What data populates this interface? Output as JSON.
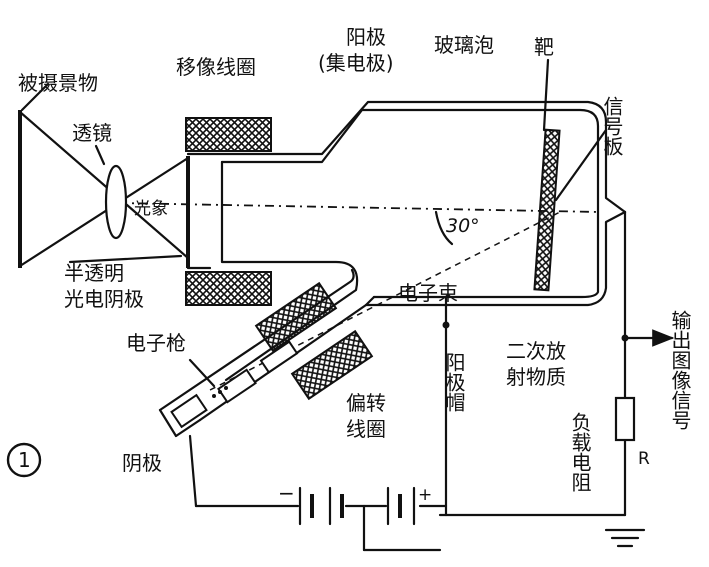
{
  "figure_number": "1",
  "labels": {
    "object": "被摄景物",
    "lens": "透镜",
    "optical_image": "光象",
    "focus_coil": "移像线圈",
    "anode": "阳极",
    "anode_sub": "(集电极)",
    "glass_bulb": "玻璃泡",
    "target": "靶",
    "signal_plate": "信号板",
    "angle": "30°",
    "photocathode_line1": "半透明",
    "photocathode_line2": "光电阴极",
    "electron_beam": "电子束",
    "electron_gun": "电子枪",
    "anode_cap": "阳极帽",
    "secondary_emission_line1": "二次放",
    "secondary_emission_line2": "射物质",
    "output_signal": "输出图像信号",
    "deflection_coil_line1": "偏转",
    "deflection_coil_line2": "线圈",
    "load_resistor": "负载电阻",
    "resistor_symbol": "R",
    "cathode": "阴极",
    "battery_minus": "−",
    "battery_plus": "+"
  },
  "colors": {
    "ink": "#111111",
    "paper": "#ffffff"
  }
}
